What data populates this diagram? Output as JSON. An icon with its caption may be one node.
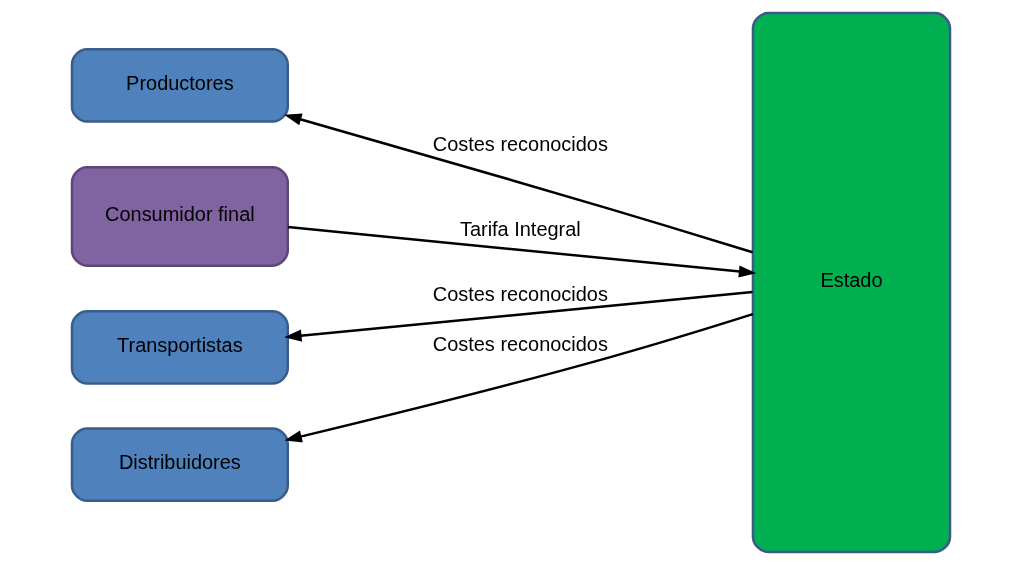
{
  "diagram": {
    "nodes": [
      {
        "text": [
          "Productores"
        ]
      },
      {
        "text": [
          "Transportistas"
        ]
      },
      {
        "text": [
          "Distribuidores"
        ]
      },
      {
        "text": [
          "Consumidor final"
        ]
      },
      {
        "text": [
          "Estado"
        ]
      }
    ],
    "edges": [
      {
        "from": 4,
        "to": 0,
        "arrow": "to",
        "label": "Costes reconocidos"
      },
      {
        "from": 4,
        "to": 1,
        "arrow": "to",
        "label": "Costes reconocidos"
      },
      {
        "from": 4,
        "to": 2,
        "arrow": "to",
        "label": "Costes reconocidos"
      },
      {
        "from": 3,
        "to": 4,
        "arrow": "to",
        "label": "Tarifa Integral"
      }
    ]
  }
}
